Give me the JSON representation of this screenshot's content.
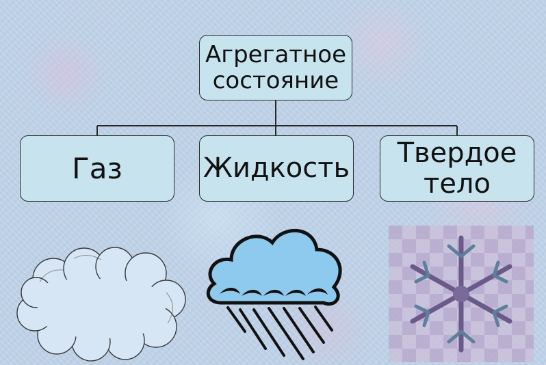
{
  "diagram": {
    "root": {
      "label": "Агрегатное\nсостояние"
    },
    "children": [
      {
        "key": "gas",
        "label": "Газ"
      },
      {
        "key": "liquid",
        "label": "Жидкость"
      },
      {
        "key": "solid",
        "label": "Твердое\nтело"
      }
    ]
  },
  "illustrations": [
    {
      "name": "cloud-outline-icon",
      "represents": "gas"
    },
    {
      "name": "rain-cloud-icon",
      "represents": "liquid"
    },
    {
      "name": "snowflake-icon",
      "represents": "solid"
    }
  ],
  "colors": {
    "node_fill": "#c6e3ee",
    "node_border": "#2a2a2a",
    "rain_cloud_fill": "#8ec9ee",
    "snowflake": "#6a5a8a"
  }
}
